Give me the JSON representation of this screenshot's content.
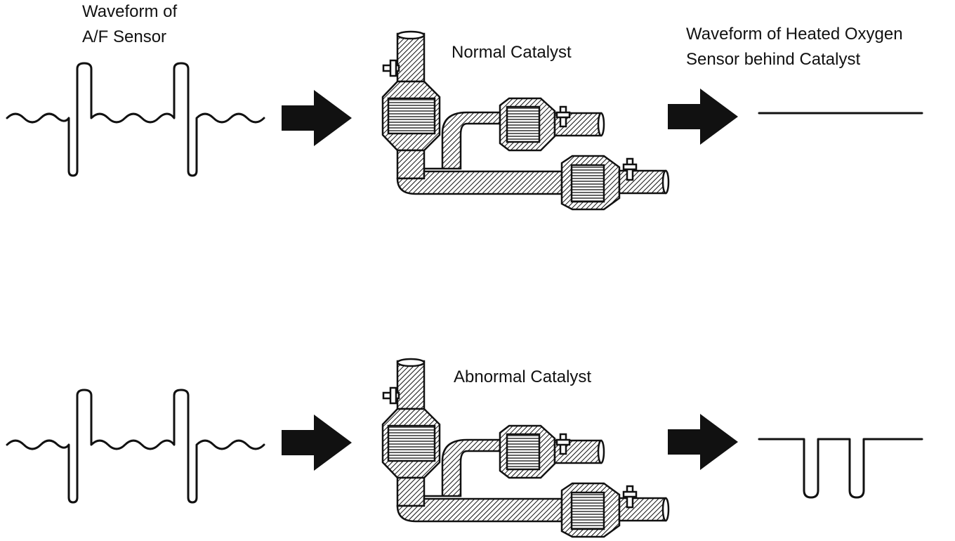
{
  "labels": {
    "af_waveform_line1": "Waveform of",
    "af_waveform_line2": "A/F Sensor",
    "ho2_waveform_line1": "Waveform of Heated Oxygen",
    "ho2_waveform_line2": "Sensor behind Catalyst",
    "normal_catalyst": "Normal Catalyst",
    "abnormal_catalyst": "Abnormal Catalyst"
  },
  "colors": {
    "ink": "#111111",
    "background": "#ffffff"
  }
}
